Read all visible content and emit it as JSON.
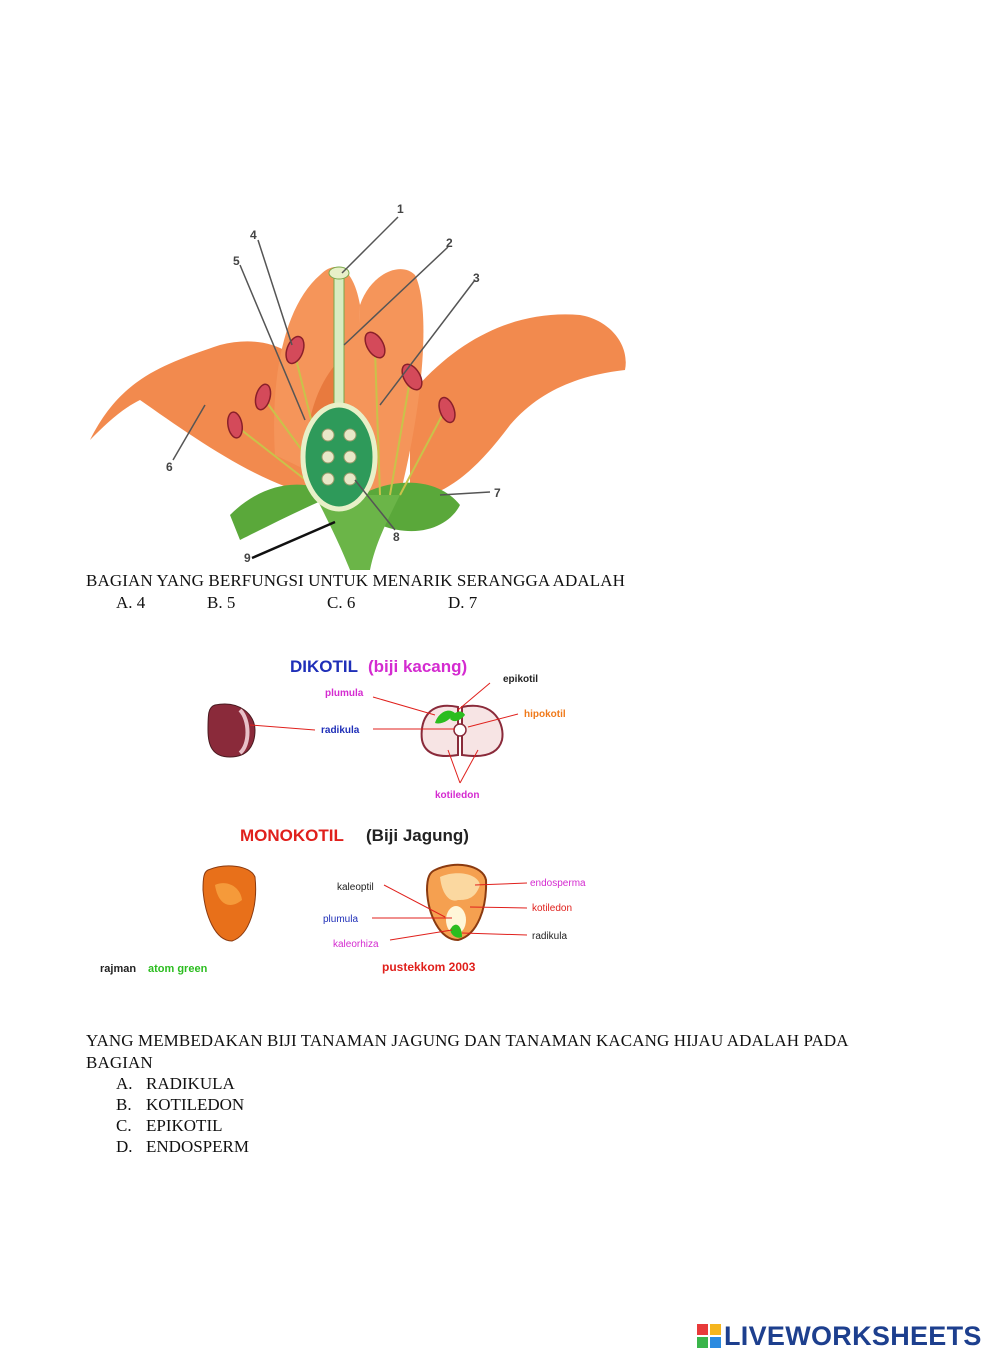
{
  "flower": {
    "numbers": [
      "1",
      "2",
      "3",
      "4",
      "5",
      "6",
      "7",
      "8",
      "9"
    ]
  },
  "q1": {
    "question": "BAGIAN YANG BERFUNGSI UNTUK MENARIK SERANGGA ADALAH",
    "options": [
      "A.  4",
      "B. 5",
      "C. 6",
      "D. 7"
    ]
  },
  "seeds": {
    "dikotil_title": "DIKOTIL",
    "dikotil_sub": "(biji kacang)",
    "dikotil_labels": {
      "plumula": "plumula",
      "epikotil": "epikotil",
      "radikula": "radikula",
      "hipokotil": "hipokotil",
      "kotiledon": "kotiledon"
    },
    "monokotil_title": "MONOKOTIL",
    "monokotil_sub": "(Biji Jagung)",
    "monokotil_labels": {
      "kaleoptil": "kaleoptil",
      "plumula": "plumula",
      "kaleorhiza": "kaleorhiza",
      "endosperma": "endosperma",
      "kotiledon": "kotiledon",
      "radikula": "radikula"
    },
    "credit_name": "rajman",
    "credit_green": "atom green",
    "credit_source": "pustekkom 2003",
    "colors": {
      "blue": "#1f2fb8",
      "magenta": "#d42bd0",
      "red": "#e0201c",
      "orange": "#f07a1a",
      "green": "#2bbd1f"
    }
  },
  "q2": {
    "question_line1": "YANG MEMBEDAKAN BIJI TANAMAN JAGUNG DAN TANAMAN KACANG HIJAU ADALAH PADA",
    "question_line2": "BAGIAN",
    "options": [
      {
        "letter": "A.",
        "text": "RADIKULA"
      },
      {
        "letter": "B.",
        "text": "KOTILEDON"
      },
      {
        "letter": "C.",
        "text": "EPIKOTIL"
      },
      {
        "letter": "D.",
        "text": "ENDOSPERM"
      }
    ]
  },
  "footer": {
    "logo_text": "LIVEWORKSHEETS",
    "logo_icon": "liveworksheets-logo-icon"
  }
}
